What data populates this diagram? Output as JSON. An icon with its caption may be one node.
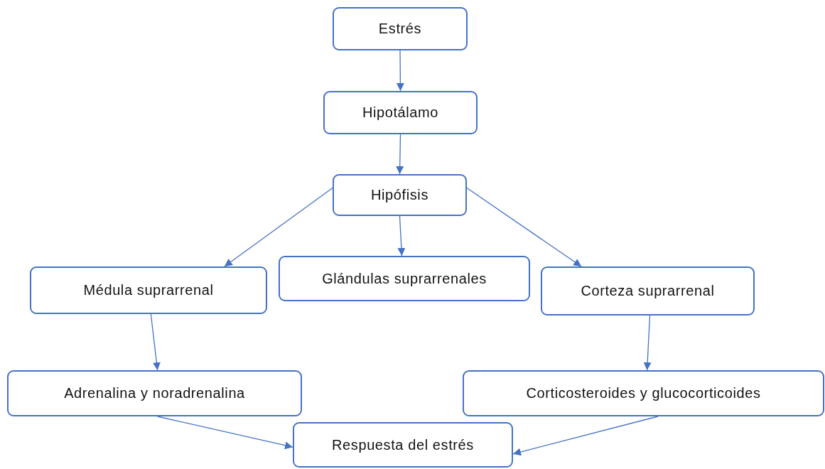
{
  "diagram": {
    "nodes": [
      {
        "text": [
          "Estrés"
        ]
      },
      {
        "text": [
          "Hipotálamo"
        ]
      },
      {
        "text": [
          "Hipófisis"
        ]
      },
      {
        "text": [
          "Médula suprarrenal"
        ]
      },
      {
        "text": [
          "Glándulas suprarrenales"
        ]
      },
      {
        "text": [
          "Corteza suprarrenal"
        ]
      },
      {
        "text": [
          "Adrenalina y noradrenalina"
        ]
      },
      {
        "text": [
          "Corticosteroides y glucocorticoides"
        ]
      },
      {
        "text": [
          "Respuesta del estrés"
        ]
      }
    ],
    "edges": [
      {
        "from": 0,
        "to": 1,
        "arrow": "to"
      },
      {
        "from": 1,
        "to": 2,
        "arrow": "to"
      },
      {
        "from": 2,
        "to": 3,
        "arrow": "to"
      },
      {
        "from": 2,
        "to": 4,
        "arrow": "to"
      },
      {
        "from": 2,
        "to": 5,
        "arrow": "to"
      },
      {
        "from": 3,
        "to": 6,
        "arrow": "to"
      },
      {
        "from": 5,
        "to": 7,
        "arrow": "to"
      },
      {
        "from": 6,
        "to": 8,
        "arrow": "to"
      },
      {
        "from": 7,
        "to": 8,
        "arrow": "to"
      }
    ]
  }
}
